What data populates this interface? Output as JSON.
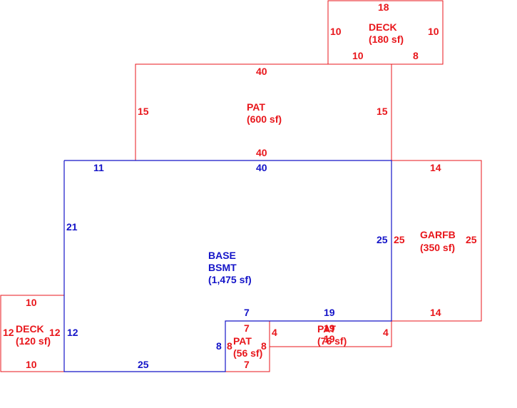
{
  "colors": {
    "exterior": "#e8161b",
    "base": "#1414c8",
    "background": "#ffffff"
  },
  "areas": {
    "deck_top": {
      "name": "DECK",
      "area": "(180 sf)"
    },
    "pat_top": {
      "name": "PAT",
      "area": "(600 sf)"
    },
    "base": {
      "name1": "BASE",
      "name2": "BSMT",
      "area": "(1,475 sf)"
    },
    "garfb": {
      "name": "GARFB",
      "area": "(350 sf)"
    },
    "deck_left": {
      "name": "DECK",
      "area": "(120 sf)"
    },
    "pat_small": {
      "name": "PAT",
      "area": "(56 sf)"
    },
    "pat_right": {
      "name": "PAT",
      "area": "(76 sf)"
    }
  },
  "dimensions": {
    "deck_top": {
      "top": "18",
      "left": "10",
      "right": "10",
      "bottom_left": "10",
      "bottom_right": "8"
    },
    "pat_top": {
      "top": "40",
      "left": "15",
      "right": "15",
      "bottom": "40"
    },
    "base": {
      "top_left": "11",
      "top": "40",
      "left": "21",
      "right": "25",
      "left_lower": "12",
      "bottom": "25",
      "notch_top": "7",
      "notch_right_top": "19",
      "notch_left": "8"
    },
    "garfb": {
      "top": "14",
      "left": "25",
      "right": "25",
      "bottom": "14"
    },
    "deck_left": {
      "top": "10",
      "left": "12",
      "right": "12",
      "bottom": "10"
    },
    "pat_small": {
      "top": "7",
      "left": "8",
      "right": "8",
      "bottom": "7"
    },
    "pat_right": {
      "left": "4",
      "right": "4",
      "top": "19",
      "bottom": "19"
    }
  }
}
